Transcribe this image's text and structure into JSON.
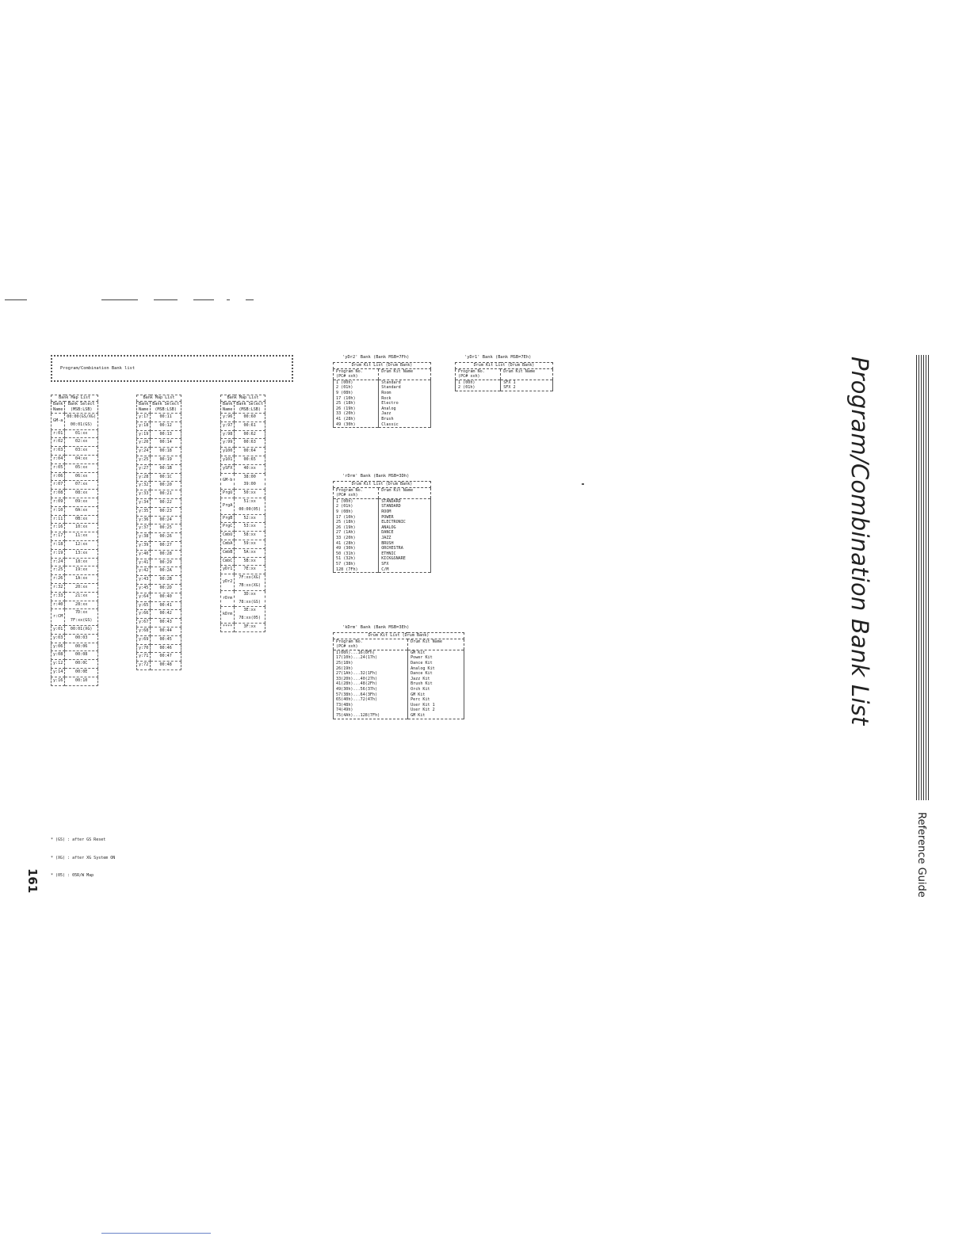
{
  "side_title": "Program/Combination Bank List",
  "side_section": "Reference Guide",
  "page_number": "161",
  "banner_title": "Program/Combination Bank list",
  "bank_map": {
    "title": "Bank Map List",
    "col1": "Bank\nName",
    "col2": "Bank Select\n(MSB:LSB)",
    "columns": [
      [
        [
          "GM-a",
          "00:00(GS/XG)\n00:01(GS)"
        ],
        [
          "r:01",
          "01:xx"
        ],
        [
          "r:02",
          "02:xx"
        ],
        [
          "r:03",
          "03:xx"
        ],
        [
          "r:04",
          "04:xx"
        ],
        [
          "r:05",
          "05:xx"
        ],
        [
          "r:06",
          "06:xx"
        ],
        [
          "r:07",
          "07:xx"
        ],
        [
          "r:08",
          "08:xx"
        ],
        [
          "r:09",
          "09:xx"
        ],
        [
          "r:10",
          "0A:xx"
        ],
        [
          "r:11",
          "0B:xx"
        ],
        [
          "r:16",
          "10:xx"
        ],
        [
          "r:17",
          "11:xx"
        ],
        [
          "r:18",
          "12:xx"
        ],
        [
          "r:19",
          "13:xx"
        ],
        [
          "r:24",
          "18:xx"
        ],
        [
          "r:25",
          "19:xx"
        ],
        [
          "r:26",
          "1A:xx"
        ],
        [
          "r:32",
          "20:xx"
        ],
        [
          "r:33",
          "21:xx"
        ],
        [
          "r:40",
          "28:xx"
        ],
        [
          "r:CM",
          "7D:xx\n7F:xx(GS)"
        ],
        [
          "y:01",
          "00:01(XG)"
        ],
        [
          "y:03",
          "00:03"
        ],
        [
          "y:06",
          "00:06"
        ],
        [
          "y:08",
          "00:08"
        ],
        [
          "y:12",
          "00:0C"
        ],
        [
          "y:14",
          "00:0E"
        ],
        [
          "y:16",
          "00:10"
        ]
      ],
      [
        [
          "y:17",
          "00:11"
        ],
        [
          "y:18",
          "00:12"
        ],
        [
          "y:19",
          "00:13"
        ],
        [
          "y:20",
          "00:14"
        ],
        [
          "y:24",
          "00:18"
        ],
        [
          "y:25",
          "00:19"
        ],
        [
          "y:27",
          "00:1B"
        ],
        [
          "y:28",
          "00:1C"
        ],
        [
          "y:32",
          "00:20"
        ],
        [
          "y:33",
          "00:21"
        ],
        [
          "y:34",
          "00:22"
        ],
        [
          "y:35",
          "00:23"
        ],
        [
          "y:36",
          "00:24"
        ],
        [
          "y:37",
          "00:25"
        ],
        [
          "y:38",
          "00:26"
        ],
        [
          "y:39",
          "00:27"
        ],
        [
          "y:40",
          "00:28"
        ],
        [
          "y:41",
          "00:29"
        ],
        [
          "y:42",
          "00:2A"
        ],
        [
          "y:43",
          "00:2B"
        ],
        [
          "y:45",
          "00:2D"
        ],
        [
          "y:64",
          "00:40"
        ],
        [
          "y:65",
          "00:41"
        ],
        [
          "y:66",
          "00:42"
        ],
        [
          "y:67",
          "00:43"
        ],
        [
          "y:68",
          "00:44"
        ],
        [
          "y:69",
          "00:45"
        ],
        [
          "y:70",
          "00:46"
        ],
        [
          "y:71",
          "00:47"
        ],
        [
          "y:72",
          "00:48"
        ]
      ],
      [
        [
          "y:96",
          "00:60"
        ],
        [
          "y:97",
          "00:61"
        ],
        [
          "y:98",
          "00:62"
        ],
        [
          "y:99",
          "00:63"
        ],
        [
          "y100",
          "00:64"
        ],
        [
          "y101",
          "00:65"
        ],
        [
          "ySFX",
          "40:xx"
        ],
        [
          "GM-b",
          "38:00\n39:00"
        ],
        [
          "PrgU",
          "50:xx"
        ],
        [
          "PrgA",
          "51:xx\n00:00(05)"
        ],
        [
          "PrgB",
          "52:xx"
        ],
        [
          "PrgC",
          "53:xx"
        ],
        [
          "CmbU",
          "58:xx"
        ],
        [
          "CmbA",
          "59:xx"
        ],
        [
          "CmbB",
          "5A:xx"
        ],
        [
          "CmbC",
          "5B:xx"
        ],
        [
          "yDr1",
          "7E:xx"
        ],
        [
          "yDr2",
          "7F:xx(XG)\n7B:xx(XG)"
        ],
        [
          "rDrm",
          "3D:xx\n78:xx(GS)"
        ],
        [
          "kDrm",
          "3E:xx\n78:xx(05)"
        ],
        [
          "****",
          "3F:xx"
        ]
      ]
    ]
  },
  "footnotes": [
    "* (GS) : after GS Reset",
    "* (XG) : after XG System ON",
    "* (05) : 05R/W Map"
  ],
  "drum_lists": [
    {
      "heading": "'yDr2' Bank (Bank MSB=7Fh)",
      "caption": "Drum Kit List (Drum Bank)",
      "col1": "Program No.\n(PC# xxh)",
      "col2": "Drum Kit Name",
      "rows": [
        [
          "1 (00h)",
          "Standard"
        ],
        [
          "2 (01h)",
          "Standard"
        ],
        [
          "9 (08h)",
          "Room"
        ],
        [
          "17 (10h)",
          "Rock"
        ],
        [
          "25 (18h)",
          "Electro"
        ],
        [
          "26 (19h)",
          "Analog"
        ],
        [
          "33 (20h)",
          "Jazz"
        ],
        [
          "41 (28h)",
          "Brush"
        ],
        [
          "49 (30h)",
          "Classic"
        ]
      ]
    },
    {
      "heading": "'yDr1' Bank (Bank MSB=7Eh)",
      "caption": "Drum Kit List (Drum Bank)",
      "col1": "Program No.\n(PC# xxh)",
      "col2": "Drum Kit Name",
      "rows": [
        [
          "1 (00h)",
          "SFX 1"
        ],
        [
          "2 (01h)",
          "SFX 2"
        ]
      ]
    },
    {
      "heading": "'rDrm' Bank (Bank MSB=3Dh)",
      "caption": "Drum Kit List (Drum Bank)",
      "col1": "Program No.\n(PC# xxh)",
      "col2": "Drum Kit Name",
      "rows": [
        [
          "1 (00h)",
          "STANDARD"
        ],
        [
          "2 (01h)",
          "STANDARD"
        ],
        [
          "9 (08h)",
          "ROOM"
        ],
        [
          "17 (10h)",
          "POWER"
        ],
        [
          "25 (18h)",
          "ELECTRONIC"
        ],
        [
          "26 (19h)",
          "ANALOG"
        ],
        [
          "27 (1Ah)",
          "DANCE"
        ],
        [
          "33 (20h)",
          "JAZZ"
        ],
        [
          "41 (28h)",
          "BRUSH"
        ],
        [
          "49 (30h)",
          "ORCHESTRA"
        ],
        [
          "50 (31h)",
          "ETHNIC"
        ],
        [
          "51 (32h)",
          "KICK&SNARE"
        ],
        [
          "57 (38h)",
          "SFX"
        ],
        [
          "128 (7Fh)",
          "C/M"
        ]
      ]
    },
    {
      "heading": "'kDrm' Bank (Bank MSB=3Eh)",
      "caption": "Drum Kit List (Drum Bank)",
      "col1": "Program No.\n(PC# xxh)",
      "col2": "Drum Kit Name",
      "rows": [
        [
          "1(00h)...16(0Fh)",
          "GM Kit"
        ],
        [
          "17(10h)...24(17h)",
          "Power Kit"
        ],
        [
          "25(18h)",
          "Dance Kit"
        ],
        [
          "26(19h)",
          "Analog Kit"
        ],
        [
          "27(1Ah)...32(1Fh)",
          "Dance Kit"
        ],
        [
          "33(20h)...40(27h)",
          "Jazz Kit"
        ],
        [
          "41(28h)...48(2Fh)",
          "Brush Kit"
        ],
        [
          "49(30h)...56(37h)",
          "Orch Kit"
        ],
        [
          "57(38h)...64(3Fh)",
          "GM Kit"
        ],
        [
          "65(40h)...72(47h)",
          "Perc Kit"
        ],
        [
          "73(48h)",
          "User Kit 1"
        ],
        [
          "74(49h)",
          "User Kit 2"
        ],
        [
          "75(4Ah)...128(7Fh)",
          "GM Kit"
        ]
      ]
    }
  ]
}
